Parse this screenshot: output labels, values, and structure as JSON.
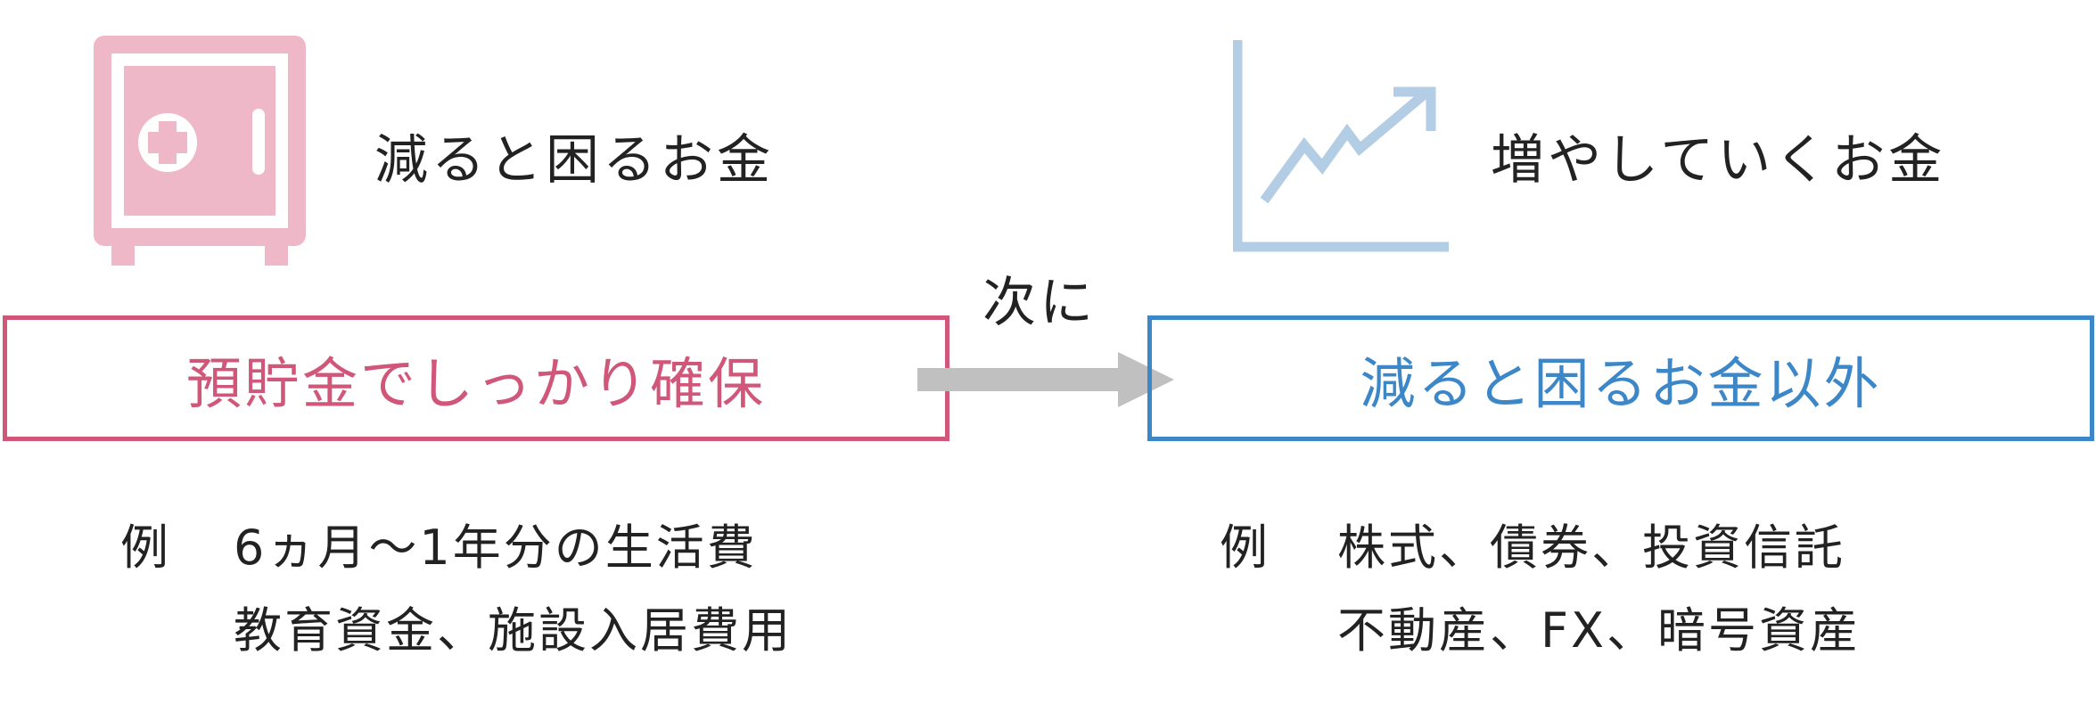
{
  "colors": {
    "pink": "#d0577a",
    "pink_light": "#efb8c8",
    "blue": "#3c87c8",
    "blue_light": "#b3cde4",
    "arrow_gray": "#c0c0c0",
    "text": "#222222"
  },
  "left": {
    "icon": "safe-icon",
    "heading": "減ると困るお金",
    "box_label": "預貯金でしっかり確保",
    "example_label": "例",
    "examples": [
      "6ヵ月〜1年分の生活費",
      "教育資金、施設入居費用"
    ]
  },
  "connector": {
    "icon": "arrow-right-icon",
    "label": "次に"
  },
  "right": {
    "icon": "rising-chart-icon",
    "heading": "増やしていくお金",
    "box_label": "減ると困るお金以外",
    "example_label": "例",
    "examples": [
      "株式、債券、投資信託",
      "不動産、FX、暗号資産"
    ]
  }
}
